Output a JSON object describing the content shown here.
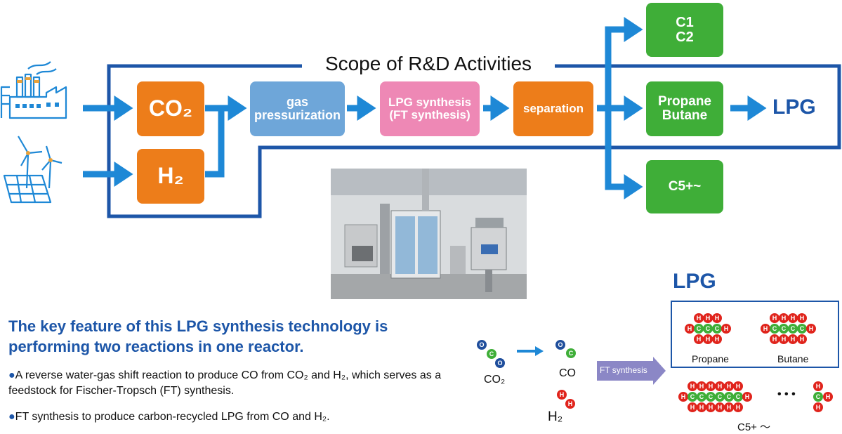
{
  "diagram": {
    "scope_title": "Scope of R&D Activities",
    "co2_box": "CO₂",
    "h2_box": "H₂",
    "gas_box": "gas\npressurization",
    "lpg_synth_box": "LPG synthesis\n(FT synthesis)",
    "separation_box": "separation",
    "c1c2_box": "C1\nC2",
    "propane_box": "Propane\nButane",
    "c5_box": "C5+~",
    "lpg_label": "LPG"
  },
  "feature": {
    "heading": "The key feature of this LPG synthesis technology is performing two reactions in one reactor.",
    "bullet1": "A reverse water-gas shift reaction to produce CO from CO₂ and H₂, which serves as a feedstock for Fischer-Tropsch (FT) synthesis.",
    "bullet2": "FT synthesis to produce carbon-recycled LPG from CO and H₂.",
    "bullet_mark": "●"
  },
  "reaction": {
    "co2_label": "CO₂",
    "co_label": "CO",
    "h2_label": "H₂",
    "ft_label": "FT synthesis",
    "lpg_title": "LPG",
    "propane_label": "Propane",
    "butane_label": "Butane",
    "c5_label": "C5+ 〜",
    "ellipsis": "• • •",
    "atom_o": "O",
    "atom_c": "C",
    "atom_h": "H"
  },
  "colors": {
    "arrow_blue": "#1e88d6",
    "scope_blue": "#1d56a8",
    "orange": "#ed7d1a",
    "green": "#3fae38",
    "pink": "#ee88b5",
    "light_blue": "#6ea6d9",
    "ft_purple": "#8b87c6"
  },
  "icons": [
    "factory-icon",
    "wind-solar-icon",
    "reactor-photo"
  ]
}
